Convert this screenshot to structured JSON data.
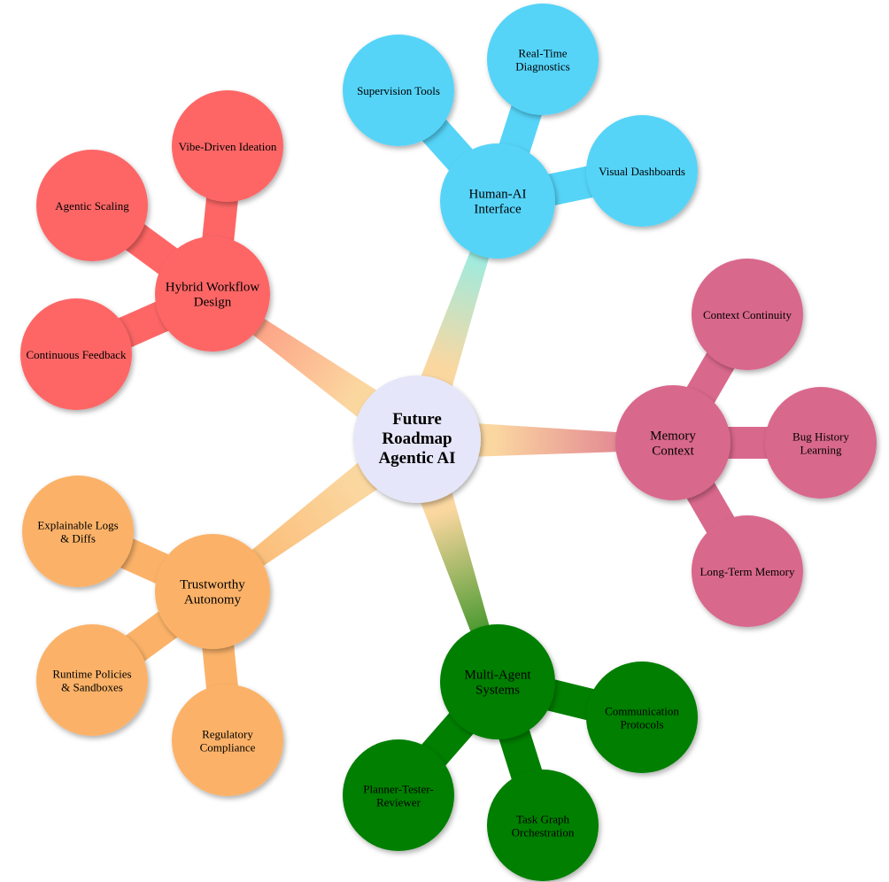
{
  "center": {
    "lines": [
      "Future",
      "Roadmap",
      "Agentic AI"
    ],
    "color": "#e6e6fa"
  },
  "branches": [
    {
      "id": "human-ai-interface",
      "lines": [
        "Human-AI",
        "Interface"
      ],
      "color": "#55d4f8",
      "link_color": "#6ff5ff",
      "children": [
        {
          "lines": [
            "Supervision Tools"
          ]
        },
        {
          "lines": [
            "Real-Time",
            "Diagnostics"
          ]
        },
        {
          "lines": [
            "Visual Dashboards"
          ]
        }
      ]
    },
    {
      "id": "memory-context",
      "lines": [
        "Memory",
        "Context"
      ],
      "color": "#d9688d",
      "link_color": "#d9688d",
      "children": [
        {
          "lines": [
            "Context Continuity"
          ]
        },
        {
          "lines": [
            "Bug History",
            "Learning"
          ]
        },
        {
          "lines": [
            "Long-Term Memory"
          ]
        }
      ]
    },
    {
      "id": "multi-agent-systems",
      "lines": [
        "Multi-Agent",
        "Systems"
      ],
      "color": "#007f00",
      "link_color": "#007f00",
      "children": [
        {
          "lines": [
            "Communication",
            "Protocols"
          ]
        },
        {
          "lines": [
            "Task Graph",
            "Orchestration"
          ]
        },
        {
          "lines": [
            "Planner-Tester-",
            "Reviewer"
          ]
        }
      ]
    },
    {
      "id": "trustworthy-autonomy",
      "lines": [
        "Trustworthy",
        "Autonomy"
      ],
      "color": "#fbb268",
      "link_color": "#fbb268",
      "children": [
        {
          "lines": [
            "Explainable Logs",
            "& Diffs"
          ]
        },
        {
          "lines": [
            "Runtime Policies",
            "& Sandboxes"
          ]
        },
        {
          "lines": [
            "Regulatory",
            "Compliance"
          ]
        }
      ]
    },
    {
      "id": "hybrid-workflow-design",
      "lines": [
        "Hybrid Workflow",
        "Design"
      ],
      "color": "#fe6666",
      "link_color": "#fe8a7a",
      "children": [
        {
          "lines": [
            "Vibe-Driven Ideation"
          ]
        },
        {
          "lines": [
            "Agentic Scaling"
          ]
        },
        {
          "lines": [
            "Continuous Feedback"
          ]
        }
      ]
    }
  ]
}
